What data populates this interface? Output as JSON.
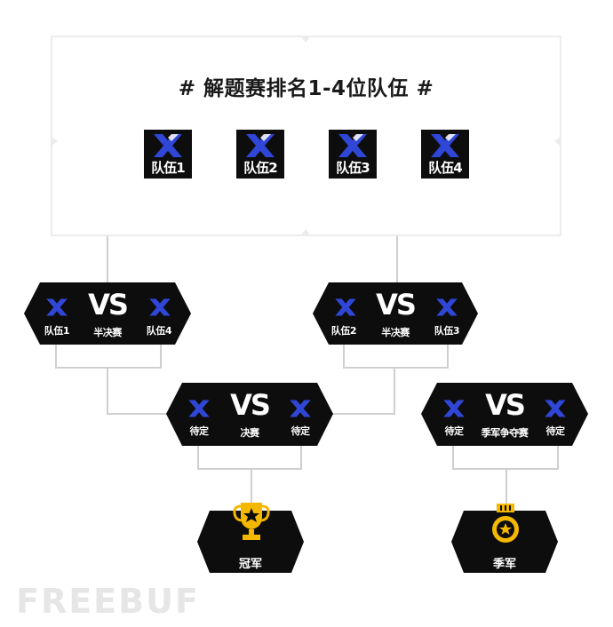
{
  "title": "# 解题赛排名1-4位队伍 #",
  "teams": [
    {
      "label": "队伍1"
    },
    {
      "label": "队伍2"
    },
    {
      "label": "队伍3"
    },
    {
      "label": "队伍4"
    }
  ],
  "vs_text": "VS",
  "matches": {
    "semi1": {
      "left": "队伍1",
      "center": "半决赛",
      "right": "队伍4"
    },
    "semi2": {
      "left": "队伍2",
      "center": "半决赛",
      "right": "队伍3"
    },
    "final": {
      "left": "待定",
      "center": "决赛",
      "right": "待定"
    },
    "third": {
      "left": "待定",
      "center": "季军争夺赛",
      "right": "待定"
    }
  },
  "awards": {
    "champion": "冠军",
    "third": "季军"
  },
  "watermark": "FREEBUF",
  "colors": {
    "accent": "#2f46d6",
    "dark": "#0d0d0d",
    "gold": "#f5b800",
    "line": "#cfcfcf"
  }
}
